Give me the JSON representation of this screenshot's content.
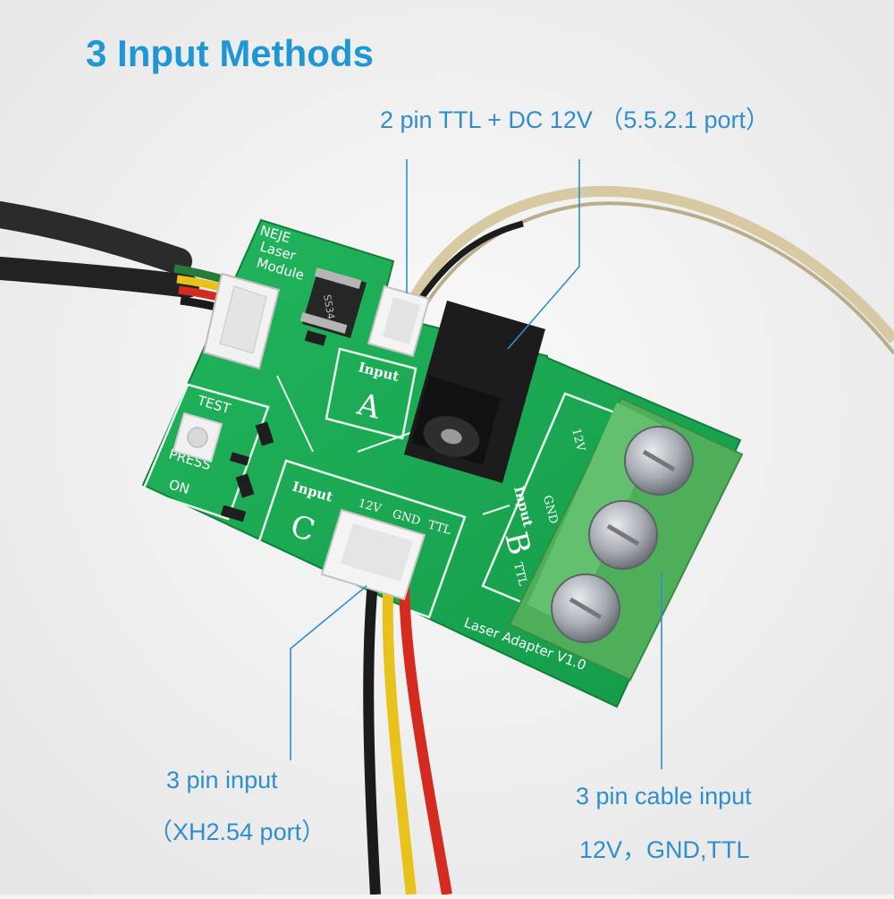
{
  "title": "3 Input Methods",
  "callouts": {
    "input_a": "2 pin TTL +  DC 12V  （5.5.2.1 port）",
    "input_c_line1": "3 pin input",
    "input_c_line2": "（XH2.54 port）",
    "input_b_line1": "3 pin cable input",
    "input_b_line2": "12V，GND,TTL"
  },
  "board": {
    "brand": "NEJE",
    "brand_line2": "Laser",
    "brand_line3": "Module",
    "input_word": "Input",
    "input_a_letter": "A",
    "input_b_letter": "B",
    "input_c_letter": "C",
    "pin_12v": "12V",
    "pin_gnd": "GND",
    "pin_ttl": "TTL",
    "test": "TEST",
    "press": "PRESS",
    "on": "ON",
    "adapter_label": "Laser Adapter V1.0",
    "diode_marking": "SS34"
  },
  "colors": {
    "accent": "#1f97d4",
    "pcb": "#1aa853",
    "terminal": "#4fae5a"
  }
}
